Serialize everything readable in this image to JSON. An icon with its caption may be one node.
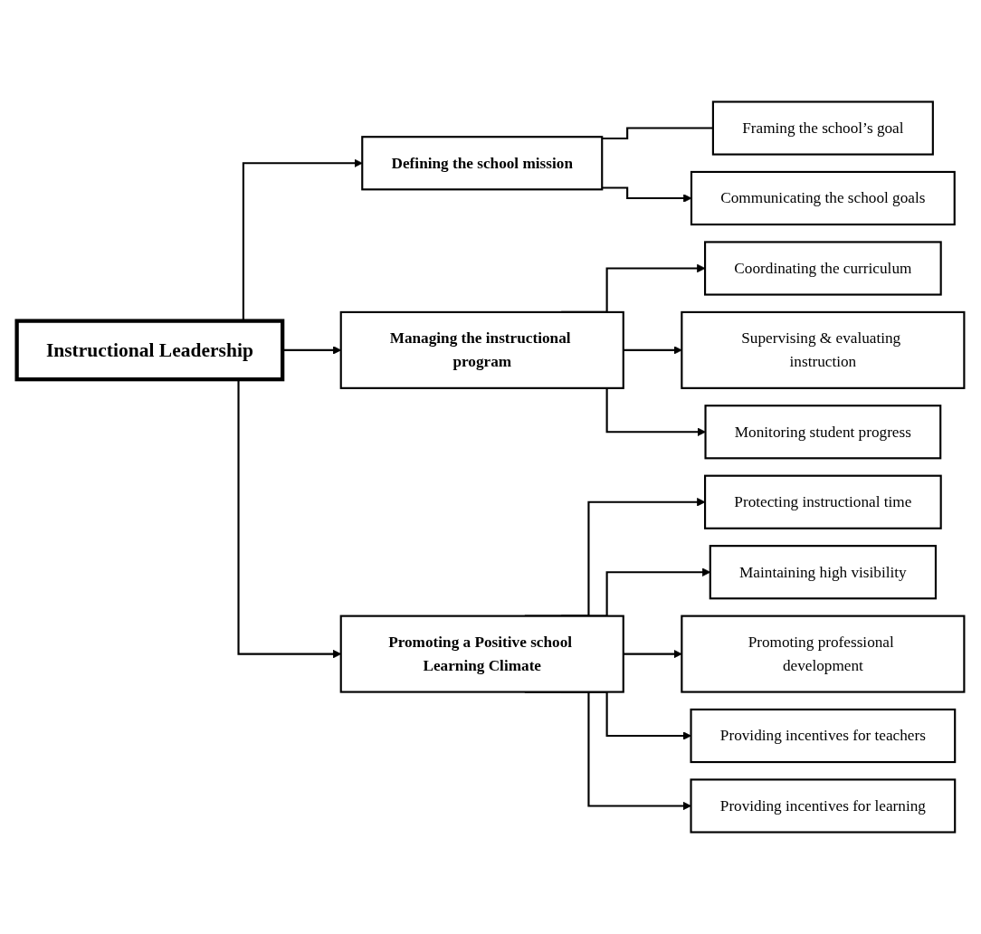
{
  "diagram": {
    "nodes": [
      {
        "text": [
          "Instructional Leadership"
        ]
      },
      {
        "text": [
          "Defining the school mission"
        ]
      },
      {
        "text": [
          "Managing the instructional program"
        ]
      },
      {
        "text": [
          "Promoting a Positive school Learning Climate"
        ]
      },
      {
        "text": [
          "Framing the school’s goal"
        ]
      },
      {
        "text": [
          "Communicating the school goals"
        ]
      },
      {
        "text": [
          "Coordinating the curriculum"
        ]
      },
      {
        "text": [
          "Supervising & evaluating instruction"
        ]
      },
      {
        "text": [
          "Monitoring student progress"
        ]
      },
      {
        "text": [
          "Protecting instructional time"
        ]
      },
      {
        "text": [
          "Maintaining high visibility"
        ]
      },
      {
        "text": [
          "Promoting professional development"
        ]
      },
      {
        "text": [
          "Providing incentives for teachers"
        ]
      },
      {
        "text": [
          "Providing incentives for learning"
        ]
      }
    ],
    "edges": [
      {
        "from": 0,
        "to": 1,
        "arrow": "to"
      },
      {
        "from": 0,
        "to": 2,
        "arrow": "to"
      },
      {
        "from": 0,
        "to": 3,
        "arrow": "to"
      },
      {
        "from": 1,
        "to": 4,
        "arrow": "none"
      },
      {
        "from": 1,
        "to": 5,
        "arrow": "to"
      },
      {
        "from": 2,
        "to": 6,
        "arrow": "to"
      },
      {
        "from": 2,
        "to": 7,
        "arrow": "to"
      },
      {
        "from": 2,
        "to": 8,
        "arrow": "to"
      },
      {
        "from": 3,
        "to": 9,
        "arrow": "to"
      },
      {
        "from": 3,
        "to": 10,
        "arrow": "to"
      },
      {
        "from": 3,
        "to": 11,
        "arrow": "to"
      },
      {
        "from": 3,
        "to": 12,
        "arrow": "to"
      },
      {
        "from": 3,
        "to": 13,
        "arrow": "to"
      }
    ]
  }
}
